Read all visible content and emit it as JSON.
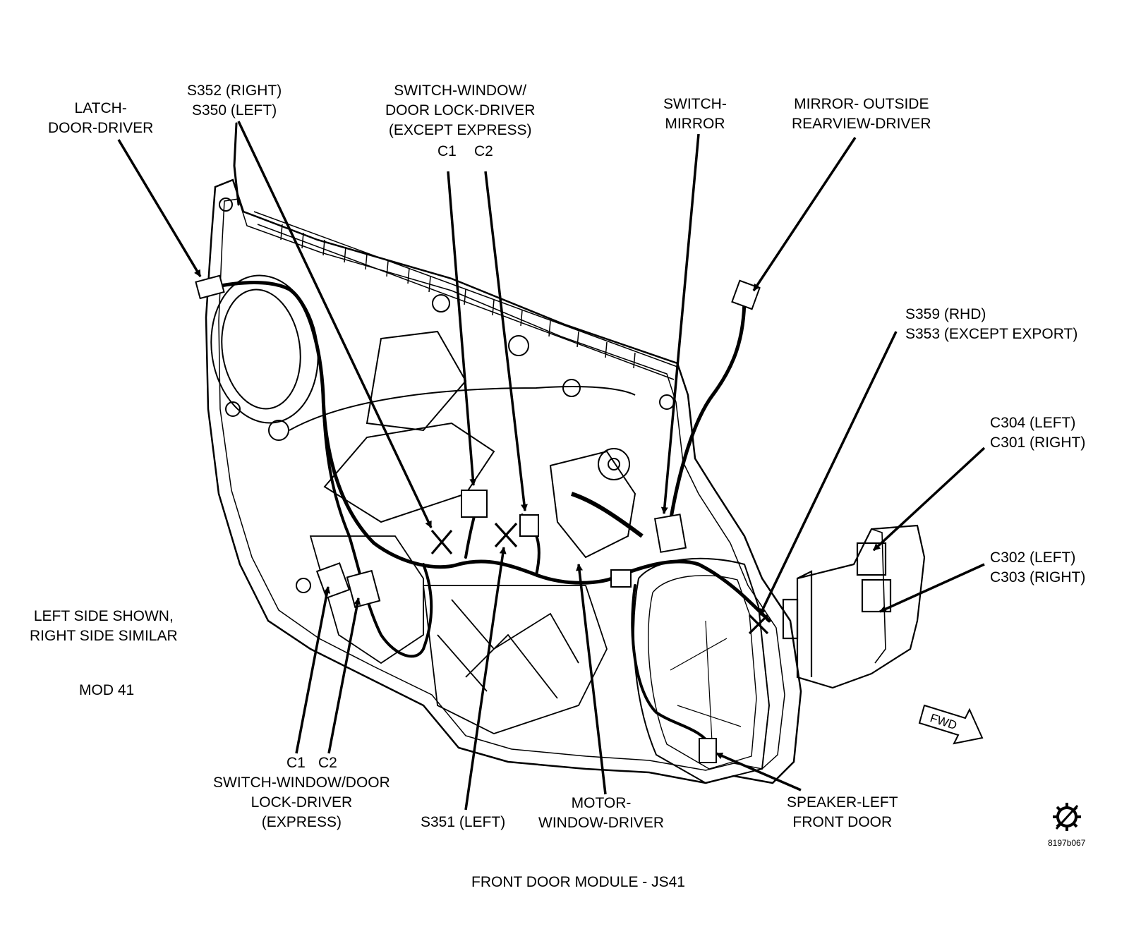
{
  "labels": {
    "latch": [
      "LATCH-",
      "DOOR-DRIVER"
    ],
    "s352": [
      "S352 (RIGHT)",
      "S350 (LEFT)"
    ],
    "switch_window_top": [
      "SWITCH-WINDOW/",
      "DOOR LOCK-DRIVER",
      "(EXCEPT EXPRESS)"
    ],
    "c1_top": "C1",
    "c2_top": "C2",
    "switch_mirror": [
      "SWITCH-",
      "MIRROR"
    ],
    "mirror_outside": [
      "MIRROR- OUTSIDE",
      "REARVIEW-DRIVER"
    ],
    "s359": [
      "S359 (RHD)",
      "S353 (EXCEPT EXPORT)"
    ],
    "c304": [
      "C304 (LEFT)",
      "C301 (RIGHT)"
    ],
    "c302": [
      "C302 (LEFT)",
      "C303 (RIGHT)"
    ],
    "left_side": [
      "LEFT SIDE SHOWN,",
      "RIGHT SIDE SIMILAR"
    ],
    "mod": "MOD 41",
    "c1_bottom": "C1",
    "c2_bottom": "C2",
    "switch_window_bottom": [
      "SWITCH-WINDOW/DOOR",
      "LOCK-DRIVER",
      "(EXPRESS)"
    ],
    "s351": "S351 (LEFT)",
    "motor": [
      "MOTOR-",
      "WINDOW-DRIVER"
    ],
    "speaker": [
      "SPEAKER-LEFT",
      "FRONT DOOR"
    ],
    "fwd": "FWD",
    "code": "8197b067",
    "caption": "FRONT DOOR MODULE - JS41"
  }
}
